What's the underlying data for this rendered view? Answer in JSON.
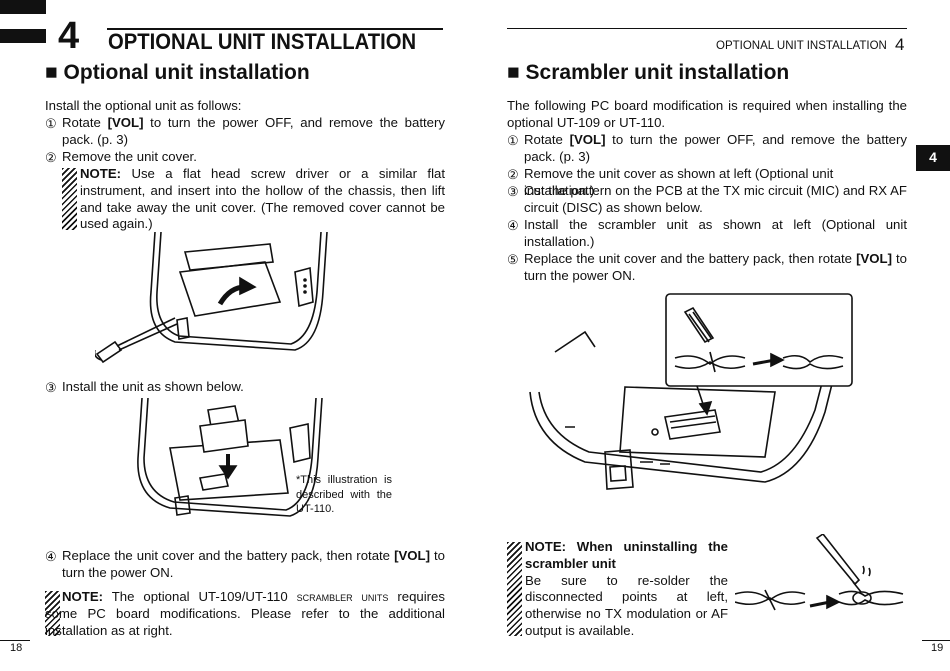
{
  "left_page": {
    "chapter_number": "4",
    "chapter_title": "OPTIONAL UNIT INSTALLATION",
    "section_title": "Optional unit installation",
    "section_bullet": "■",
    "intro": "Install the optional unit as follows:",
    "steps": [
      {
        "num": "①",
        "pre": "Rotate ",
        "key": "[VOL]",
        "post": " to turn the power OFF, and remove the battery pack. (p. 3)"
      },
      {
        "num": "②",
        "text": "Remove the unit cover."
      },
      {
        "num": "③",
        "text": "Install the unit as shown below."
      },
      {
        "num": "④",
        "pre": "Replace the unit cover and the battery pack, then rotate ",
        "key": "[VOL]",
        "post": " to turn the power ON."
      }
    ],
    "note1": {
      "label": "NOTE:",
      "text": " Use a flat head screw driver or a similar flat instrument, and insert into the hollow of the chassis, then lift and take away the unit cover. (The removed cover cannot be used again.)"
    },
    "illustration_note": "*This illustration is described with the UT-110.",
    "note2": {
      "label": "NOTE:",
      "pre": " The optional UT-109/UT-110 ",
      "smallcaps": "scrambler units",
      "post": " requires some PC board modifications. Please refer to the additional installation as at right."
    },
    "page_number": "18"
  },
  "right_page": {
    "header_title": "OPTIONAL UNIT INSTALLATION",
    "header_number": "4",
    "section_title": "Scrambler unit installation",
    "section_bullet": "■",
    "intro": "The following PC board modification is required when installing the optional UT-109 or UT-110.",
    "steps": [
      {
        "num": "①",
        "pre": "Rotate ",
        "key": "[VOL]",
        "post": " to turn the power OFF, and remove the battery pack. (p. 3)"
      },
      {
        "num": "②",
        "text": "Remove the unit cover as shown at left (Optional unit installation.)"
      },
      {
        "num": "③",
        "text": "Cut the pattern on the PCB at the TX mic circuit (MIC) and RX AF circuit (DISC) as shown below."
      },
      {
        "num": "④",
        "text": "Install the scrambler unit as shown at left (Optional unit installation.)"
      },
      {
        "num": "⑤",
        "pre": "Replace the unit cover and the battery pack, then rotate ",
        "key": "[VOL]",
        "post": " to turn the power ON."
      }
    ],
    "note": {
      "label": "NOTE: When uninstalling the scrambler unit",
      "text": "Be sure to re-solder the disconnected points at left, otherwise no TX modulation or AF output is available."
    },
    "side_tab": "4",
    "page_number": "19"
  }
}
